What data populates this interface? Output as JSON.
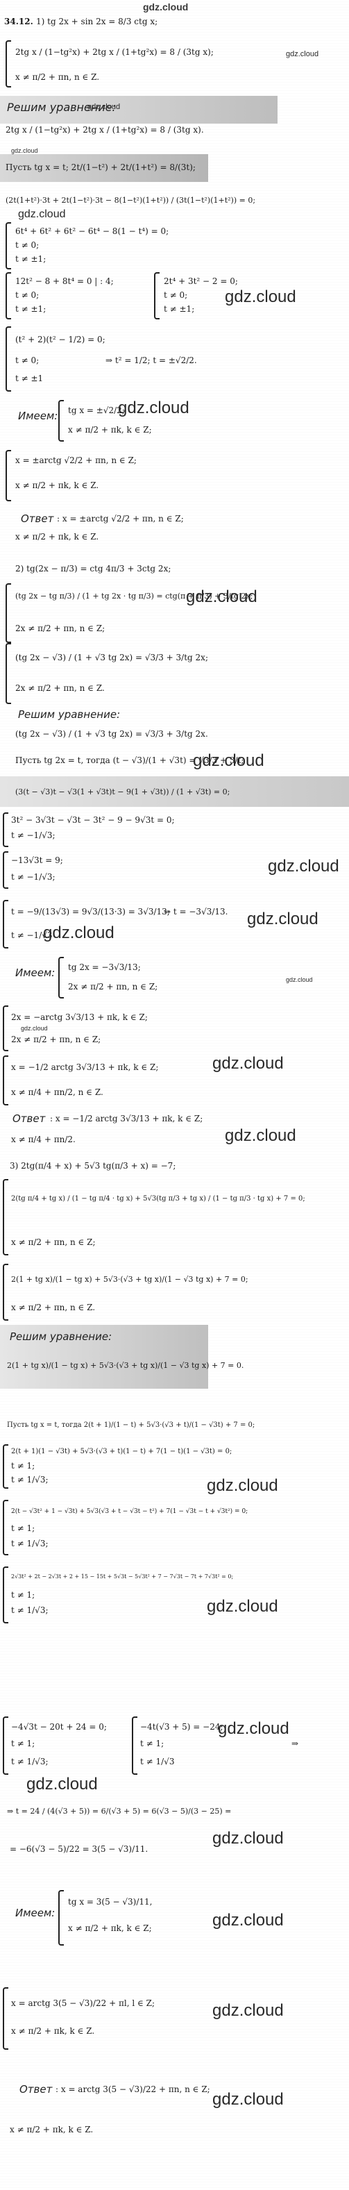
{
  "site": {
    "top_label": "gdz.cloud",
    "watermark": "gdz.cloud"
  },
  "problem": {
    "number": "34.12.",
    "part1": {
      "eq": "1) tg 2x + sin 2x = 8/3 ctg x;",
      "l1": "2tg x / (1−tg²x) + 2tg x / (1+tg²x) = 8 / (3tg x);",
      "l2": "x ≠ π/2 + πn, n ∈ Z.",
      "header": "Решим уравнение:",
      "l3": "2tg x / (1−tg²x) + 2tg x / (1+tg²x) = 8 / (3tg x).",
      "sub": "Пусть tg x = t;  2t/(1−t²) + 2t/(1+t²) = 8/(3t);",
      "l4": "(2t(1+t²)·3t + 2t(1−t²)·3t − 8(1−t²)(1+t²)) / (3t(1−t²)(1+t²)) = 0;",
      "l5": "6t⁴ + 6t² + 6t² − 6t⁴ − 8(1 − t⁴) = 0;",
      "l6": "t ≠ 0;",
      "l7": "t ≠ ±1;",
      "l8": "12t² − 8 + 8t⁴ = 0 | : 4;",
      "l8b": "2t⁴ + 3t² − 2 = 0;",
      "l9": "t ≠ 0;",
      "l9b": "t ≠ 0;",
      "l10": "t ≠ ±1;",
      "l10b": "t ≠ ±1;",
      "l11": "(t² + 2)(t² − 1/2) = 0;",
      "l12": "t ≠ 0;",
      "l12b": "⇒  t² = 1/2;   t = ±√2/2.",
      "l13": "t ≠ ±1",
      "imeem": "Имеем:",
      "l14": "tg x = ±√2/2;",
      "l15": "x ≠ π/2 + πk, k ∈ Z;",
      "l16": "x = ±arctg √2/2 + πn, n ∈ Z;",
      "l17": "x ≠ π/2 + πk, k ∈ Z.",
      "answer_label": "Ответ",
      "answer": ":  x = ±arctg √2/2 + πn, n ∈ Z;",
      "answer2": "x ≠ π/2 + πk, k ∈ Z."
    },
    "part2": {
      "eq": "2) tg(2x − π/3) = ctg 4π/3 + 3ctg 2x;",
      "l1": "(tg 2x − tg π/3) / (1 + tg 2x · tg π/3) = ctg(π + π/3) + 3/tg 2x;",
      "l2": "2x ≠ π/2 + πn, n ∈ Z;",
      "l3": "(tg 2x − √3) / (1 + √3 tg 2x) = √3/3 + 3/tg 2x;",
      "l4": "2x ≠ π/2 + πn, n ∈ Z.",
      "header": "Решим уравнение:",
      "l5": "(tg 2x − √3) / (1 + √3 tg 2x) = √3/3 + 3/tg 2x.",
      "sub": "Пусть tg 2x = t, тогда  (t − √3)/(1 + √3t) = √3/3 + 3/t;",
      "l6": "(3(t − √3)t − √3(1 + √3t)t − 9(1 + √3t)) / (1 + √3t) = 0;",
      "l7": "3t² − 3√3t − √3t − 3t² − 9 − 9√3t = 0;",
      "l8": "t ≠ −1/√3;",
      "l9": "−13√3t = 9;",
      "l10": "t ≠ −1/√3;",
      "l11": "t = −9/(13√3) = 9√3/(13·3) = 3√3/13;",
      "l11b": "⇒  t = −3√3/13.",
      "l12": "t ≠ −1/√3",
      "imeem": "Имеем:",
      "l13": "tg 2x = −3√3/13;",
      "l14": "2x ≠ π/2 + πn, n ∈ Z;",
      "l15": "2x = −arctg 3√3/13 + πk, k ∈ Z;",
      "l16": "2x ≠ π/2 + πn, n ∈ Z;",
      "l17": "x = −1/2 arctg 3√3/13 + πk, k ∈ Z;",
      "l18": "x ≠ π/4 + πn/2, n ∈ Z.",
      "answer_label": "Ответ",
      "answer": ":  x = −1/2 arctg 3√3/13 + πk, k ∈ Z;",
      "answer2": "x ≠ π/4 + πn/2."
    },
    "part3": {
      "eq": "3) 2tg(π/4 + x) + 5√3 tg(π/3 + x) = −7;",
      "l1": "2(tg π/4 + tg x) / (1 − tg π/4 · tg x) + 5√3(tg π/3 + tg x) / (1 − tg π/3 · tg x) + 7 = 0;",
      "l2": "x ≠ π/2 + πn, n ∈ Z;",
      "l3": "2(1 + tg x)/(1 − tg x) + 5√3·(√3 + tg x)/(1 − √3 tg x) + 7 = 0;",
      "l4": "x ≠ π/2 + πn, n ∈ Z.",
      "header": "Решим уравнение:",
      "l5": "2(1 + tg x)/(1 − tg x) + 5√3·(√3 + tg x)/(1 − √3 tg x) + 7 = 0.",
      "sub": "Пусть tg x = t, тогда   2(t + 1)/(1 − t) + 5√3·(√3 + t)/(1 − √3t) + 7 = 0;",
      "l6": "2(t + 1)(1 − √3t) + 5√3·(√3 + t)(1 − t) + 7(1 − t)(1 − √3t) = 0;",
      "l7": "t ≠ 1;",
      "l8": "t ≠ 1/√3;",
      "l9": "2(t − √3t² + 1 − √3t) + 5√3(√3 + t − √3t − t²) + 7(1 − √3t − t + √3t²) = 0;",
      "l10": "t ≠ 1;",
      "l11": "t ≠ 1/√3;",
      "l12": "2√3t² + 2t − 2√3t + 2 + 15 − 15t + 5√3t − 5√3t² + 7 − 7√3t − 7t + 7√3t² = 0;",
      "l13": "t ≠ 1;",
      "l14": "t ≠ 1/√3;",
      "l15": "−4√3t − 20t + 24 = 0;",
      "l15b": "−4t(√3 + 5) = −24;",
      "l16": "t ≠ 1;",
      "l16b": "t ≠ 1;",
      "l16c": "⇒",
      "l17": "t ≠ 1/√3;",
      "l17b": "t ≠ 1/√3",
      "l18": "⇒  t = 24 / (4(√3 + 5)) = 6/(√3 + 5) = 6(√3 − 5)/(3 − 25) =",
      "l19": "= −6(√3 − 5)/22 = 3(5 − √3)/11.",
      "imeem": "Имеем:",
      "l20": "tg x = 3(5 − √3)/11,",
      "l21": "x ≠ π/2 + πk, k ∈ Z;",
      "l22": "x = arctg 3(5 − √3)/22 + πl, l ∈ Z;",
      "l23": "x ≠ π/2 + πk, k ∈ Z.",
      "answer_label": "Ответ",
      "answer": ":  x = arctg 3(5 − √3)/22 + πn, n ∈ Z;",
      "answer2": "x ≠ π/2 + πk, k ∈ Z."
    }
  }
}
